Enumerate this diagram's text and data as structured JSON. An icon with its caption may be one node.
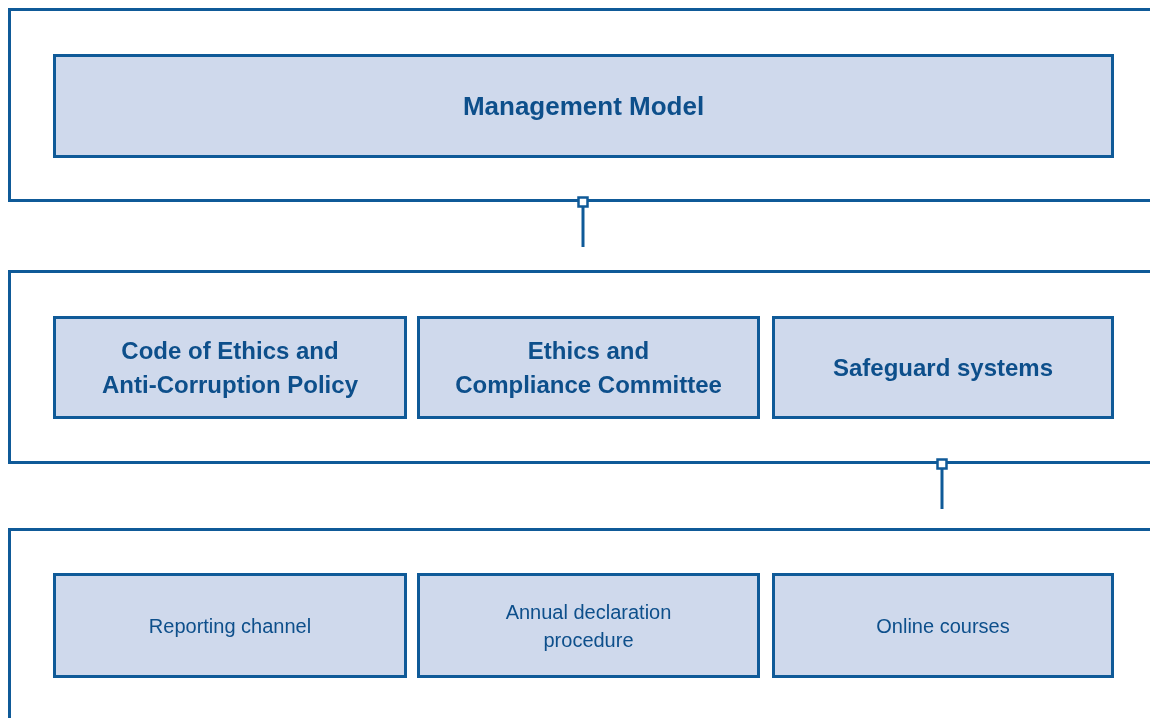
{
  "diagram": {
    "nodes": [
      {
        "text": [],
        "shape": "box"
      },
      {
        "text": [
          "Management Model"
        ],
        "in": 0
      },
      {
        "text": [],
        "shape": "box"
      },
      {
        "text": [
          "Code of Ethics and Anti-Corruption Policy"
        ],
        "in": 2
      },
      {
        "text": [
          "Ethics and Compliance Committee"
        ],
        "in": 2
      },
      {
        "text": [
          "Safeguard systems"
        ],
        "in": 2
      },
      {
        "text": [],
        "shape": "box"
      },
      {
        "text": [
          "Reporting channel"
        ],
        "in": 6
      },
      {
        "text": [
          "Annual declaration procedure"
        ],
        "in": 6
      },
      {
        "text": [
          "Online courses"
        ],
        "in": 6
      }
    ],
    "edges": [
      {
        "from": 0,
        "to": null,
        "arrow": "other"
      },
      {
        "from": 2,
        "to": null,
        "arrow": "other"
      }
    ]
  }
}
